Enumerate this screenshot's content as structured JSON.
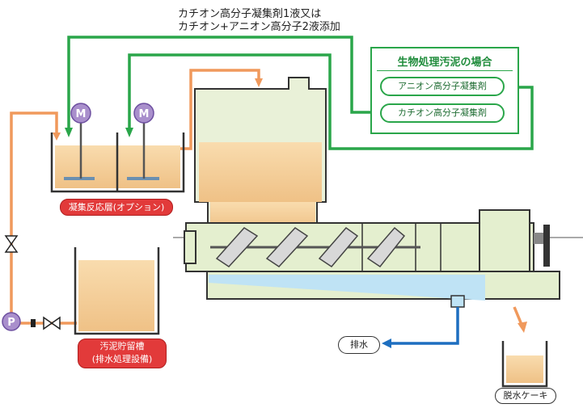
{
  "chemical_note": {
    "line1": "カチオン高分子凝集剤1液又は",
    "line2": "カチオン+アニオン高分子2液添加"
  },
  "bio_treatment": {
    "title": "生物処理汚泥の場合",
    "anion": "アニオン高分子凝集剤",
    "cation": "カチオン高分子凝集剤"
  },
  "reaction_tank_label": "凝集反応層(オプション)",
  "storage_tank_label": {
    "line1": "汚泥貯留槽",
    "line2": "(排水処理設備)"
  },
  "drain_label": "排水",
  "cake_label": "脱水ケーキ",
  "motor_symbol": "M",
  "pump_symbol": "P",
  "colors": {
    "green_line": "#2aa64a",
    "orange_pipe": "#f0995c",
    "sludge": "#f3cf9c",
    "machine": "#e4efcf",
    "water": "#bfe3f5",
    "drain_arrow": "#1e6fc0",
    "tag_red": "#e23a3a",
    "motor": "#a98fcc"
  }
}
